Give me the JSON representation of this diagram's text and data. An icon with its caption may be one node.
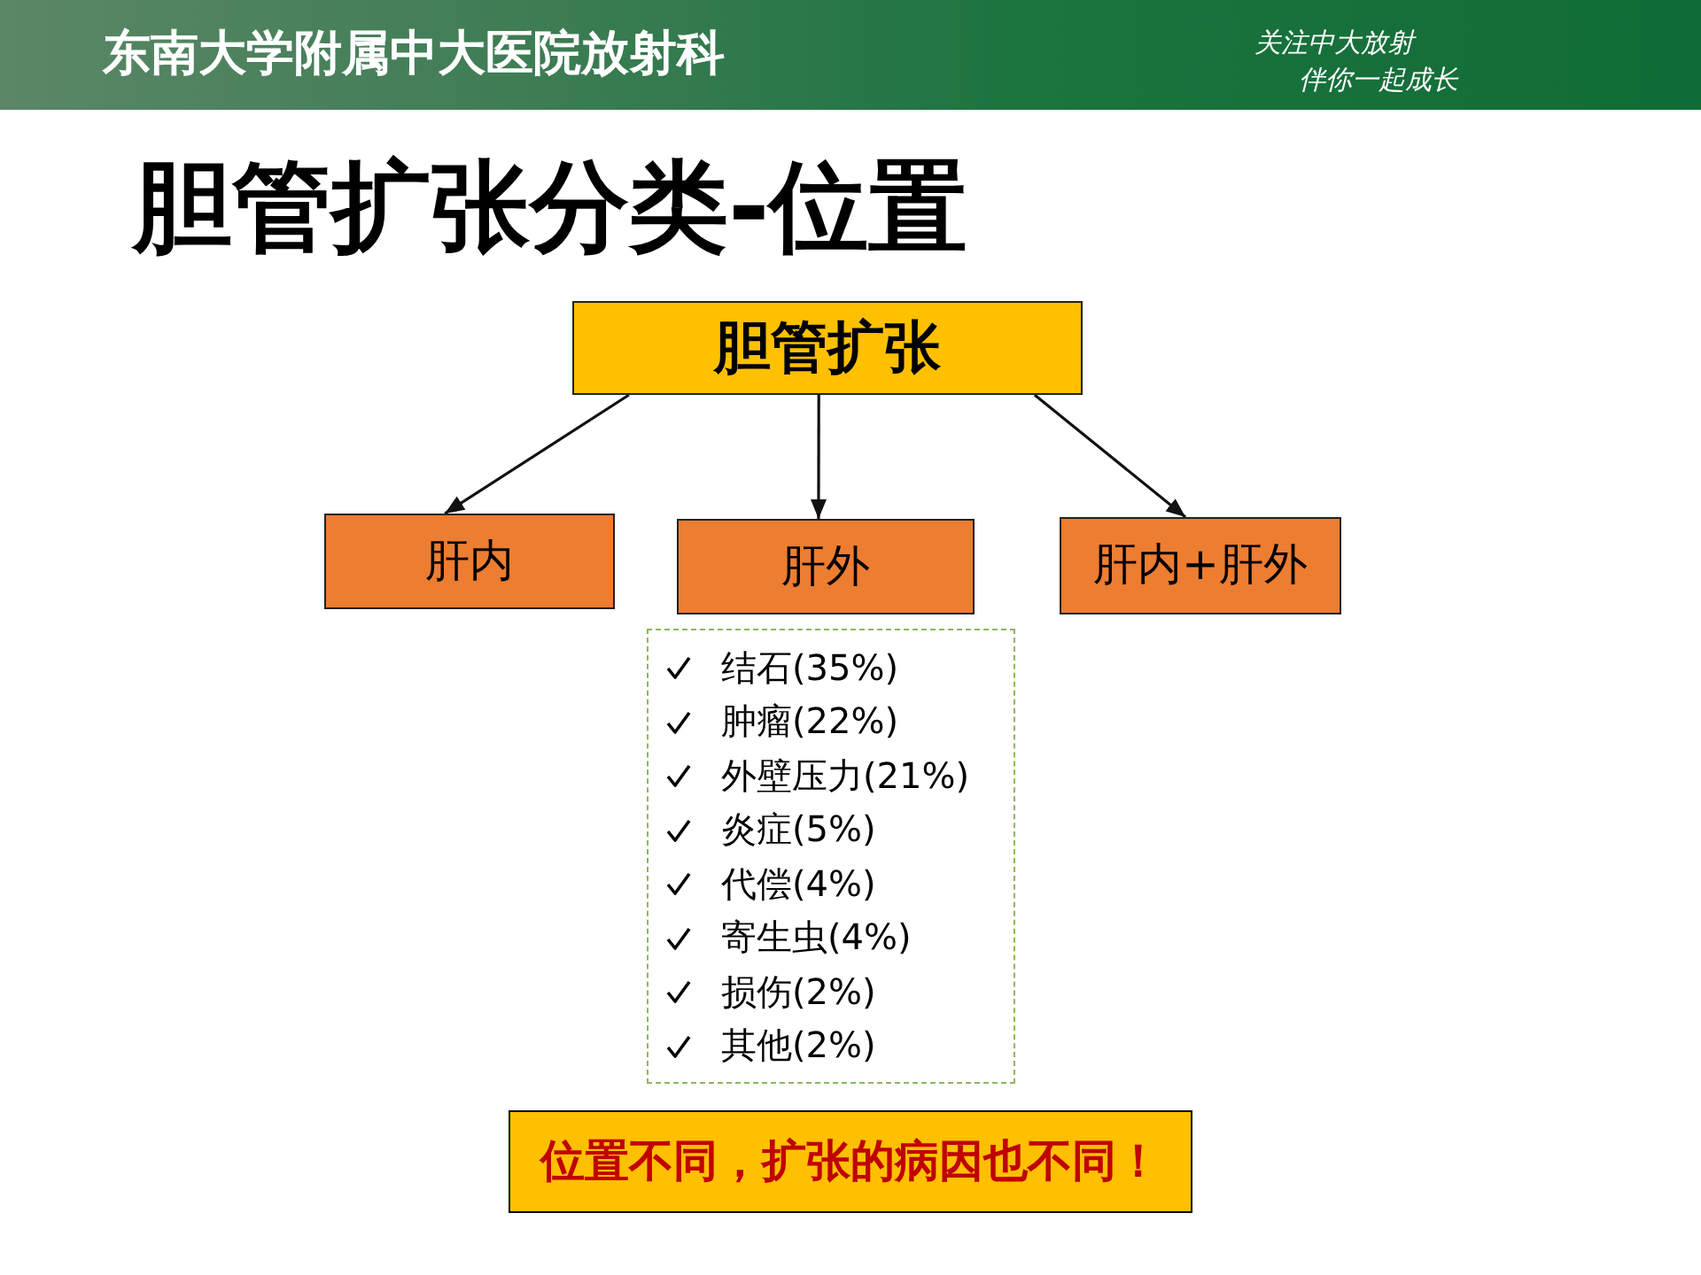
{
  "diagram": {
    "title": "胆管扩张分类-位置",
    "nodes": [
      {
        "text": [
          "胆管扩张"
        ]
      },
      {
        "text": [
          "肝内"
        ]
      },
      {
        "text": [
          "肝外"
        ]
      },
      {
        "text": [
          "肝内+肝外"
        ]
      },
      {
        "text": [
          "结石(35%)",
          "肿瘤(22%)",
          "外壁压力(21%)",
          "炎症(5%)",
          "代偿(4%)",
          "寄生虫(4%)",
          "损伤(2%)",
          "其他(2%)"
        ]
      },
      {
        "text": [
          "位置不同，扩张的病因也不同！"
        ]
      }
    ],
    "edges": [
      {
        "from": 0,
        "to": 1,
        "arrow": "to"
      },
      {
        "from": 0,
        "to": 2,
        "arrow": "to"
      },
      {
        "from": 0,
        "to": 3,
        "arrow": "to"
      }
    ],
    "labels": [
      "东南大学附属中大医院放射科",
      "关注中大放射",
      "伴你一起成长"
    ]
  }
}
